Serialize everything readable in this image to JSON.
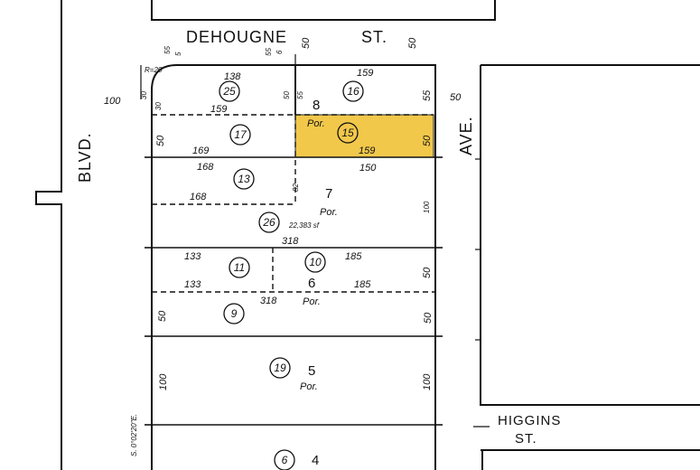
{
  "map": {
    "highlight_color": "#f2c84b",
    "streets": {
      "top": "DEHOUGNE",
      "top_suffix": "ST.",
      "left": "BLVD.",
      "right": "AVE.",
      "side": "HIGGINS",
      "side_suffix": "ST."
    },
    "lots": {
      "lot8": "8",
      "lot7": "7",
      "lot6": "6",
      "lot5": "5",
      "lot4": "4"
    },
    "por": "Por.",
    "parcels": {
      "p25": "25",
      "p16": "16",
      "p17": "17",
      "p15": "15",
      "p13": "13",
      "p26": "26",
      "p11": "11",
      "p10": "10",
      "p9": "9",
      "p19": "19",
      "p6": "6"
    },
    "dims": {
      "top_55": "55",
      "top_50_a": "50",
      "top_50_b": "50",
      "top_5": "5",
      "top_55_b": "55",
      "top_6": "6",
      "corner_r": "R=20",
      "corner_30": "30",
      "blvd_100": "100",
      "d138": "138",
      "d159_top": "159",
      "d159_left": "159",
      "d30_left": "30",
      "d50_mid_a": "50",
      "d55_mid": "55",
      "d55_right": "55",
      "d50_ave": "50",
      "d50_left17": "50",
      "d169": "169",
      "d159_15": "159",
      "d50_15": "50",
      "d168_a": "168",
      "d150": "150",
      "d168_b": "168",
      "d82": "82",
      "d100_right": "100",
      "area": "22,383 sf",
      "d318_a": "318",
      "d133_a": "133",
      "d185_a": "185",
      "d50_right6": "50",
      "d133_b": "133",
      "d185_b": "185",
      "d50_left9": "50",
      "d318_b": "318",
      "d50_right9": "50",
      "bearing": "S. 0°02'20\"E.",
      "d100_left5": "100",
      "d100_right5": "100"
    }
  }
}
